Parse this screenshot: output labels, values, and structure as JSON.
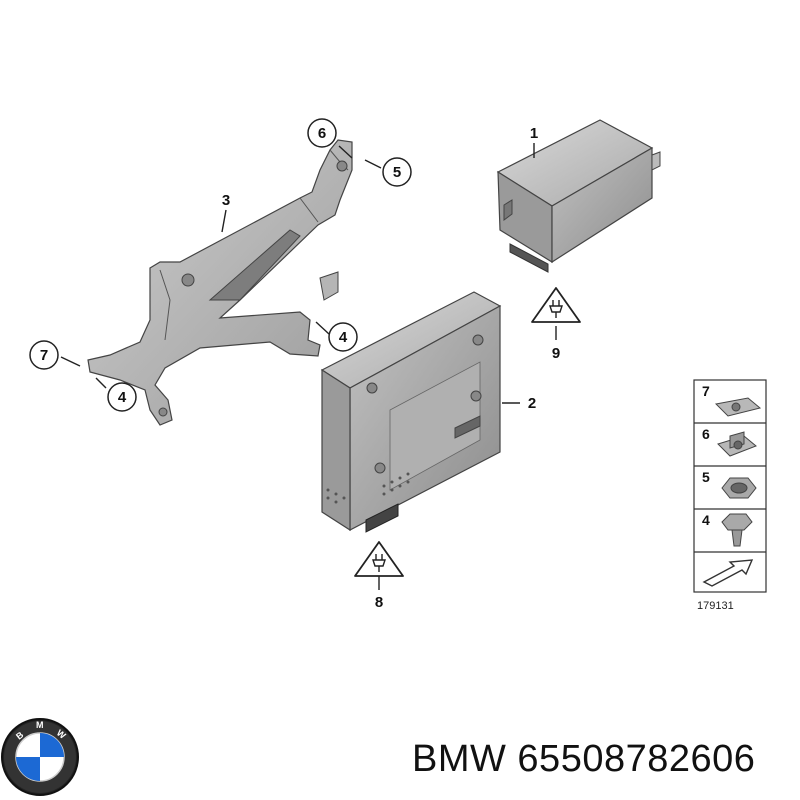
{
  "callouts": {
    "c1": "1",
    "c2": "2",
    "c3": "3",
    "c4a": "4",
    "c4b": "4",
    "c5": "5",
    "c6": "6",
    "c7": "7",
    "c8": "8",
    "c9": "9"
  },
  "legend": {
    "items": [
      "7",
      "6",
      "5",
      "4"
    ],
    "diagram_code": "179131"
  },
  "footer": {
    "brand": "BMW",
    "part_number": "65508782606",
    "text": "BMW 65508782606"
  },
  "logo": {
    "letters": "BMW",
    "colors": {
      "blue": "#1c69d4",
      "ring": "#111111"
    }
  }
}
